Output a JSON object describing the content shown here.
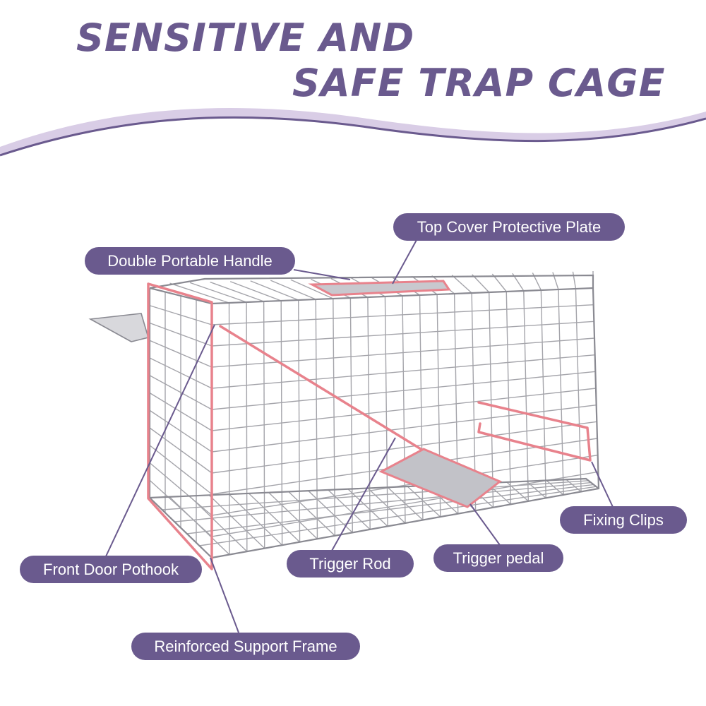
{
  "headline": {
    "line1": "SENSITIVE AND",
    "line2": "SAFE TRAP CAGE"
  },
  "callouts": {
    "top_cover": "Top Cover Protective Plate",
    "handle": "Double Portable Handle",
    "fixing_clips": "Fixing Clips",
    "front_door": "Front Door Pothook",
    "trigger_rod": "Trigger Rod",
    "trigger_pedal": "Trigger pedal",
    "support_frame": "Reinforced Support Frame"
  },
  "colors": {
    "accent": "#6a5a8e",
    "wave_fill": "#d9cde6",
    "highlight": "#e8828c",
    "wire": "#9a9aa0"
  }
}
